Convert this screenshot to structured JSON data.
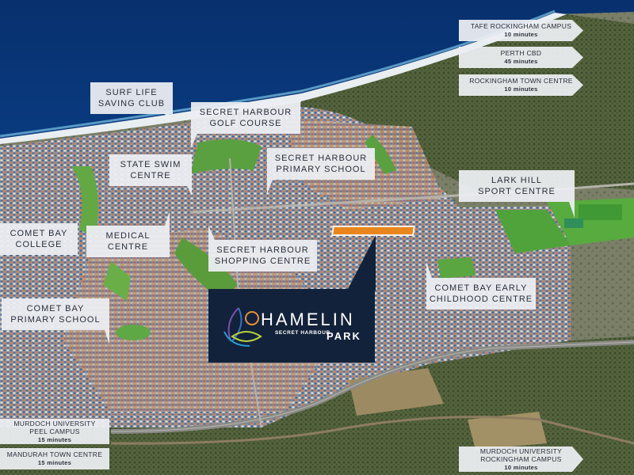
{
  "map": {
    "type": "aerial-photo",
    "colors": {
      "ocean": "#0a3f8a",
      "ocean_shallow": "#1d7fc4",
      "beach": "#e8eef2",
      "bushland": "#5d6b4c",
      "suburb": "#b8a89a",
      "golf": "#5aa040",
      "site_highlight": "#e8861d",
      "logo_bg": "#12223a"
    }
  },
  "logo": {
    "name": "HAMELIN",
    "sub": "SECRET HARBOUR",
    "park": "PARK"
  },
  "callouts": [
    {
      "id": "surf-life-saving-club",
      "lines": [
        "Surf Life",
        "Saving Club"
      ]
    },
    {
      "id": "secret-harbour-golf-course",
      "lines": [
        "Secret Harbour",
        "Golf Course"
      ]
    },
    {
      "id": "state-swim-centre",
      "lines": [
        "State Swim",
        "Centre"
      ]
    },
    {
      "id": "secret-harbour-primary-school",
      "lines": [
        "Secret Harbour",
        "Primary School"
      ]
    },
    {
      "id": "lark-hill-sport-centre",
      "lines": [
        "Lark Hill",
        "Sport Centre"
      ]
    },
    {
      "id": "comet-bay-college",
      "lines": [
        "Comet Bay",
        "College"
      ]
    },
    {
      "id": "medical-centre",
      "lines": [
        "Medical",
        "Centre"
      ]
    },
    {
      "id": "secret-harbour-shopping-centre",
      "lines": [
        "Secret Harbour",
        "Shopping Centre"
      ]
    },
    {
      "id": "comet-bay-early-childhood-centre",
      "lines": [
        "Comet Bay Early",
        "Childhood Centre"
      ]
    },
    {
      "id": "comet-bay-primary-school",
      "lines": [
        "Comet Bay",
        "Primary School"
      ]
    }
  ],
  "destinations": [
    {
      "id": "tafe-rockingham",
      "lines": [
        "TAFE Rockingham Campus"
      ],
      "time": "10 minutes"
    },
    {
      "id": "perth-cbd",
      "lines": [
        "Perth CBD"
      ],
      "time": "45 minutes"
    },
    {
      "id": "rockingham-town-centre",
      "lines": [
        "Rockingham Town Centre"
      ],
      "time": "10 minutes"
    },
    {
      "id": "murdoch-peel",
      "lines": [
        "Murdoch University",
        "Peel Campus"
      ],
      "time": "15 minutes"
    },
    {
      "id": "mandurah-town-centre",
      "lines": [
        "Mandurah Town Centre"
      ],
      "time": "15 minutes"
    },
    {
      "id": "murdoch-rockingham",
      "lines": [
        "Murdoch University",
        "Rockingham Campus"
      ],
      "time": "10 minutes"
    }
  ]
}
